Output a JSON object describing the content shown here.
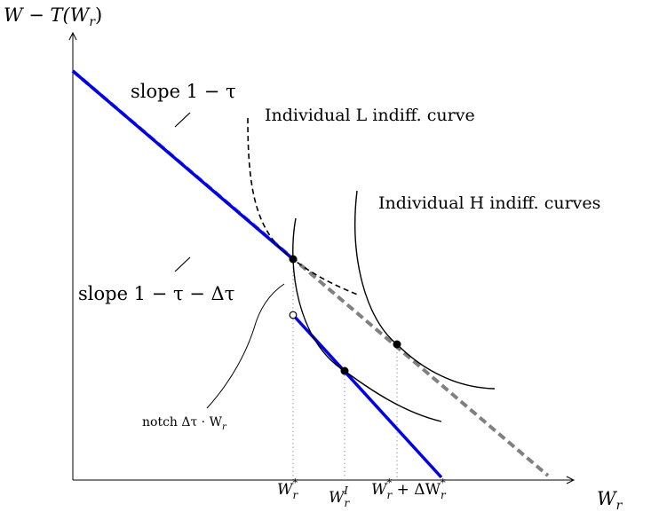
{
  "axes": {
    "y_label": "W − T(W",
    "y_label_sub": "r",
    "y_label_close": ")",
    "x_label": "W",
    "x_label_sub": "r"
  },
  "labels": {
    "slope_upper": "slope 1 − τ",
    "slope_lower": "slope 1 − τ − Δτ",
    "indiff_L": "Individual L indiff. curve",
    "indiff_H": "Individual H indiff. curves",
    "notch_text": "notch Δτ · W",
    "notch_sub": "r"
  },
  "ticks": {
    "t1_main": "W",
    "t1_sub": "r",
    "t1_sup": "*",
    "t2_main": "W",
    "t2_sub": "r",
    "t2_sup": "I",
    "t3_main": "W",
    "t3_sub": "r",
    "t3_sup": "*",
    "t3_plus": " + ΔW",
    "t3_sub2": "r",
    "t3_sup2": "*"
  },
  "colors": {
    "budget_line": "#0000ee",
    "reference_line": "#808080",
    "curves": "#000000"
  }
}
